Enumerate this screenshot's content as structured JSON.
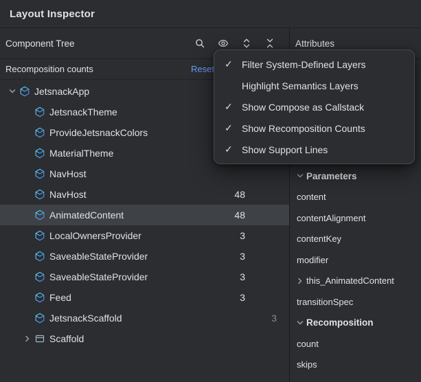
{
  "window": {
    "title": "Layout Inspector"
  },
  "left_panel": {
    "header": {
      "title": "Component Tree",
      "icons": [
        {
          "name": "search-icon",
          "glyph": "search"
        },
        {
          "name": "view-options-eye-icon",
          "glyph": "eye"
        },
        {
          "name": "expand-all-icon",
          "glyph": "expand-all"
        },
        {
          "name": "collapse-all-icon",
          "glyph": "collapse-all"
        }
      ]
    },
    "recomposition_bar": {
      "label": "Recomposition counts",
      "reset_label": "Reset"
    },
    "tree": [
      {
        "label": "JetsnackApp",
        "level": 0,
        "chevron": "down",
        "icon": "compose",
        "count": "",
        "count2": "",
        "selected": false
      },
      {
        "label": "JetsnackTheme",
        "level": 1,
        "chevron": "",
        "icon": "compose",
        "count": "",
        "count2": "",
        "selected": false
      },
      {
        "label": "ProvideJetsnackColors",
        "level": 1,
        "chevron": "",
        "icon": "compose",
        "count": "",
        "count2": "",
        "selected": false
      },
      {
        "label": "MaterialTheme",
        "level": 1,
        "chevron": "",
        "icon": "compose",
        "count": "",
        "count2": "",
        "selected": false
      },
      {
        "label": "NavHost",
        "level": 1,
        "chevron": "",
        "icon": "compose",
        "count": "",
        "count2": "",
        "selected": false
      },
      {
        "label": "NavHost",
        "level": 1,
        "chevron": "",
        "icon": "compose",
        "count": "48",
        "count2": "",
        "selected": false
      },
      {
        "label": "AnimatedContent",
        "level": 1,
        "chevron": "",
        "icon": "compose",
        "count": "48",
        "count2": "",
        "selected": true
      },
      {
        "label": "LocalOwnersProvider",
        "level": 1,
        "chevron": "",
        "icon": "compose",
        "count": "3",
        "count2": "",
        "selected": false
      },
      {
        "label": "SaveableStateProvider",
        "level": 1,
        "chevron": "",
        "icon": "compose",
        "count": "3",
        "count2": "",
        "selected": false
      },
      {
        "label": "SaveableStateProvider",
        "level": 1,
        "chevron": "",
        "icon": "compose",
        "count": "3",
        "count2": "",
        "selected": false
      },
      {
        "label": "Feed",
        "level": 1,
        "chevron": "",
        "icon": "compose",
        "count": "3",
        "count2": "",
        "selected": false
      },
      {
        "label": "JetsnackScaffold",
        "level": 1,
        "chevron": "",
        "icon": "compose",
        "count": "",
        "count2": "3",
        "selected": false
      },
      {
        "label": "Scaffold",
        "level": 1,
        "chevron": "right",
        "icon": "scaffold",
        "count": "",
        "count2": "",
        "selected": false
      }
    ]
  },
  "context_menu": {
    "items": [
      {
        "label": "Filter System-Defined Layers",
        "checked": true
      },
      {
        "label": "Highlight Semantics Layers",
        "checked": false
      },
      {
        "label": "Show Compose as Callstack",
        "checked": true
      },
      {
        "label": "Show Recomposition Counts",
        "checked": true
      },
      {
        "label": "Show Support Lines",
        "checked": true
      }
    ],
    "checkmark": "✓"
  },
  "right_panel": {
    "header": {
      "title": "Attributes"
    },
    "rows": [
      {
        "type": "section",
        "label": "Parameters"
      },
      {
        "type": "item",
        "label": "content"
      },
      {
        "type": "item",
        "label": "contentAlignment"
      },
      {
        "type": "item",
        "label": "contentKey"
      },
      {
        "type": "item",
        "label": "modifier"
      },
      {
        "type": "expandable",
        "label": "this_AnimatedContent"
      },
      {
        "type": "item",
        "label": "transitionSpec"
      },
      {
        "type": "section",
        "label": "Recomposition"
      },
      {
        "type": "item",
        "label": "count"
      },
      {
        "type": "item",
        "label": "skips"
      }
    ]
  }
}
